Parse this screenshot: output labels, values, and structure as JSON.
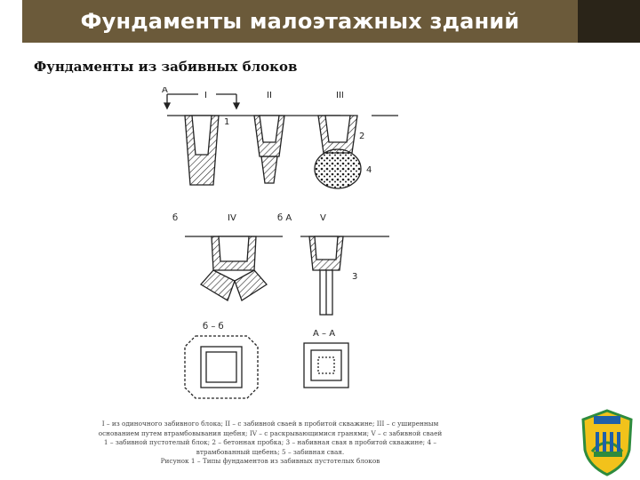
{
  "slide": {
    "title": "Фундаменты малоэтажных зданий",
    "subtitle": "Фундаменты из забивных блоков"
  },
  "figure": {
    "labels": {
      "A": "А",
      "I": "I",
      "II": "II",
      "III": "III",
      "IV": "IV",
      "V": "V",
      "b": "б",
      "bA": "б А",
      "n1": "1",
      "n2": "2",
      "n3": "3",
      "n4": "4",
      "section_bb": "б – б",
      "section_aa": "А – А"
    }
  },
  "caption": {
    "line1": "I – из одиночного забивного блока; II – с забивной сваей в пробитой скважине; III – с уширенным",
    "line2": "основанием путем втрамбовывания щебня; IV – с раскрывающимися гранями; V – с забивной сваей",
    "line3": "1 – забивной пустотелый блок; 2 – бетонная пробка; 3 – набивная свая в пробитой скважине; 4 –",
    "line4": "втрамбованный щебень; 5 – забивная свая.",
    "line5": "Рисунок 1 – Типы фундаментов из забивных пустотелых блоков"
  },
  "colors": {
    "title_bar": "#6b5a3a",
    "title_text": "#ffffff",
    "logo_yellow": "#f2c21b",
    "logo_green": "#2e8b3e",
    "logo_blue": "#1f5fa8"
  }
}
